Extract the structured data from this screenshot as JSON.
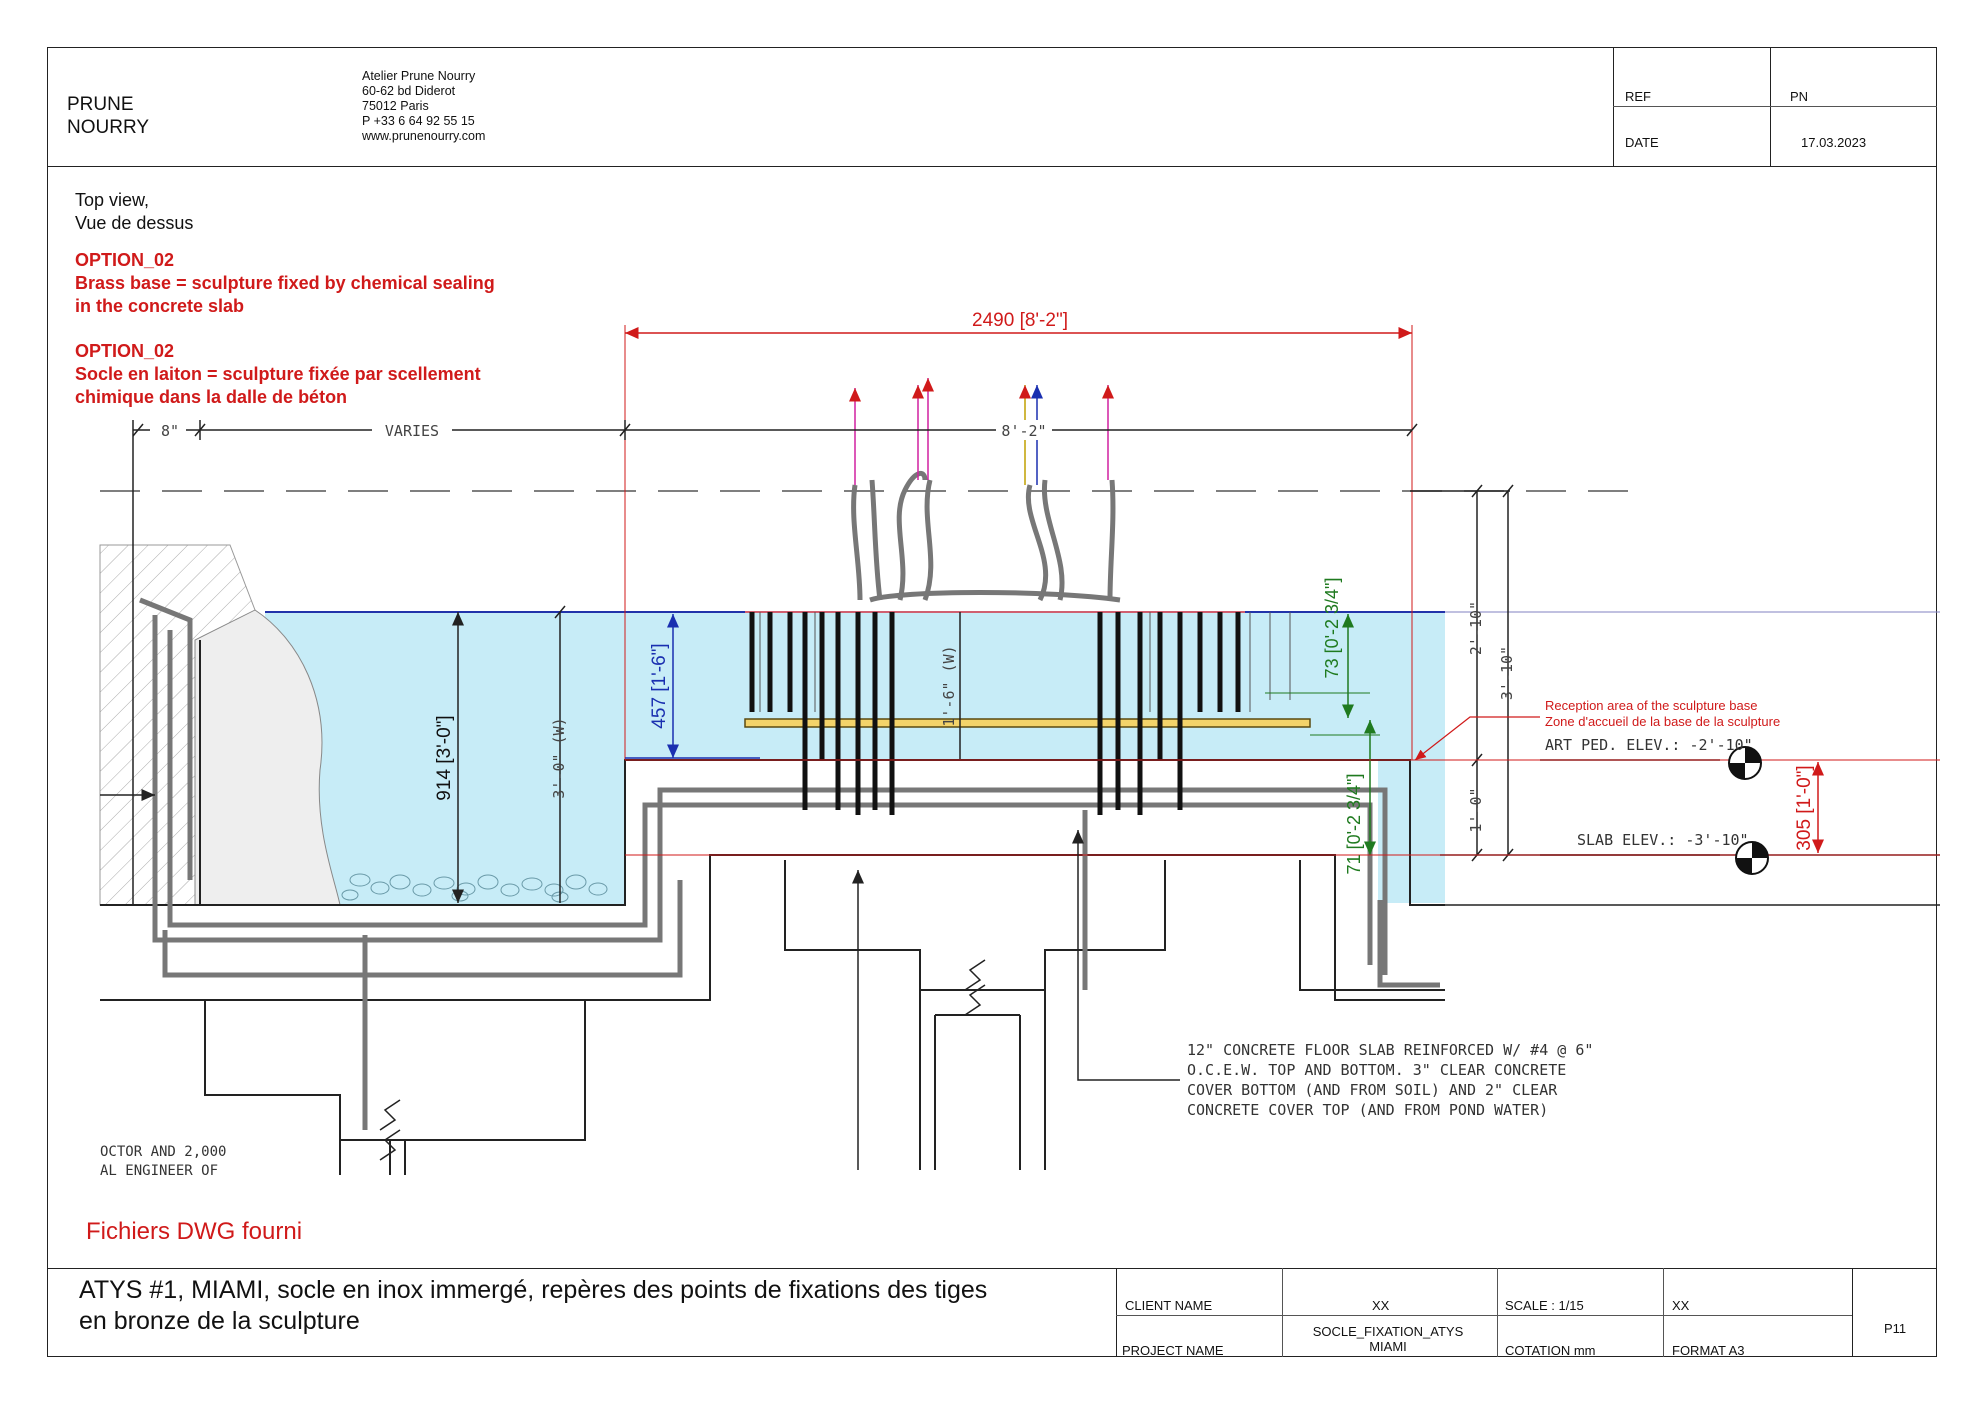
{
  "header": {
    "studio_name_line1": "PRUNE",
    "studio_name_line2": "NOURRY",
    "address": [
      "Atelier Prune Nourry",
      "60-62 bd Diderot",
      "75012 Paris",
      "P +33 6 64 92 55 15",
      "www.prunenourry.com"
    ],
    "ref_label": "REF",
    "pn_label": "PN",
    "date_label": "DATE",
    "date_value": "17.03.2023"
  },
  "view": {
    "title_line1": "Top view,",
    "title_line2": "Vue de dessus",
    "option_en_title": "OPTION_02",
    "option_en_line1": "Brass base = sculpture fixed by chemical sealing",
    "option_en_line2": "in the concrete slab",
    "option_fr_title": "OPTION_02",
    "option_fr_line1": "Socle en laiton = sculpture fixée par scellement",
    "option_fr_line2": "chimique dans la dalle de béton",
    "dwg_note": "Fichiers DWG fourni"
  },
  "drawing": {
    "dim_top": "2490 [8'-2\"]",
    "dim_8in": "8\"",
    "dim_varies": "VARIES",
    "dim_8_2": "8'-2\"",
    "dim_914": "914 [3'-0\"]",
    "dim_3_0_w": "3'-0\" (W)",
    "dim_457": "457 [1'-6\"]",
    "dim_1_6_w": "1'-6\" (W)",
    "dim_73": "73 [0'-2 3/4\"]",
    "dim_71": "71 [0'-2 3/4\"]",
    "dim_2_10": "2'-10\"",
    "dim_3_10": "3'-10\"",
    "dim_1_0": "1'-0\"",
    "dim_305": "305 [1'-0\"]",
    "reception_en": "Reception area of the sculpture base",
    "reception_fr": "Zone d'accueil de  la base de la sculpture",
    "art_ped": "ART PED. ELEV.: -2'-10\"",
    "slab_elev": "SLAB ELEV.: -3'-10\"",
    "slab_note": [
      "12\" CONCRETE FLOOR SLAB REINFORCED W/ #4 @ 6\"",
      "O.C.E.W. TOP AND BOTTOM. 3\" CLEAR CONCRETE",
      "COVER BOTTOM (AND FROM SOIL) AND 2\" CLEAR",
      "CONCRETE COVER TOP (AND FROM POND WATER)"
    ],
    "cut_note_line1": "OCTOR AND 2,000",
    "cut_note_line2": "AL ENGINEER OF"
  },
  "footer": {
    "title_line1": "ATYS #1, MIAMI, socle en inox immergé, repères des points de fixations des tiges",
    "title_line2": "en bronze de la sculpture",
    "client_name_label": "CLIENT NAME",
    "client_name_value": "XX",
    "project_name_label": "PROJECT NAME",
    "project_name_value_line1": "SOCLE_FIXATION_ATYS",
    "project_name_value_line2": "MIAMI",
    "scale_label": "SCALE  : 1/15",
    "scale_value": "XX",
    "cotation_label": "COTATION mm",
    "format_label": "FORMAT A3",
    "page": "P11"
  },
  "colors": {
    "red": "#d01a1a",
    "water": "#c7ecf7",
    "blue_dim": "#1a2fb0",
    "green_dim": "#1f7a1f",
    "line": "#222222"
  }
}
